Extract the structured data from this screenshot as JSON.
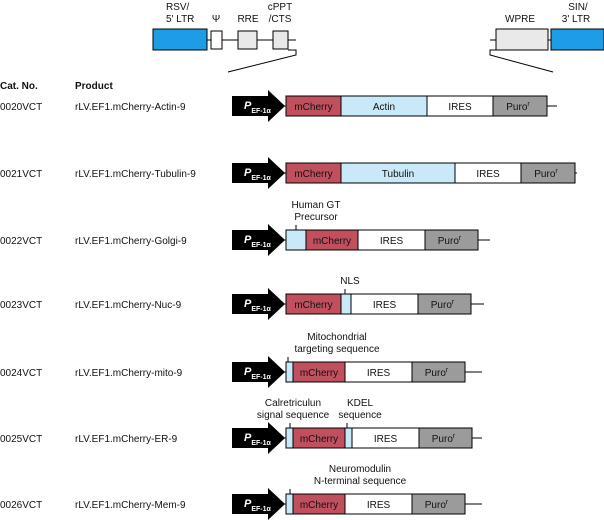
{
  "header": {
    "cat_no": "Cat. No.",
    "product": "Product"
  },
  "backbone": {
    "rsv_ltr_line1": "RSV/",
    "rsv_ltr_line2": "5' LTR",
    "psi": "Ψ",
    "rre": "RRE",
    "cppt_line1": "cPPT",
    "cppt_line2": "/CTS",
    "wpre": "WPRE",
    "sin_ltr_line1": "SIN/",
    "sin_ltr_line2": "3' LTR"
  },
  "promoter": {
    "letter": "P",
    "subscript": "EF-1α"
  },
  "puro_superscript": "r",
  "colors": {
    "ltr_blue": "#1e9ce6",
    "mcherry_red": "#c0505e",
    "fusion_light_blue": "#c9e8f8",
    "puro_gray": "#9b9b9b",
    "element_light_gray": "#e9e9e9",
    "black": "#000000"
  },
  "rows": [
    {
      "cat": "0020VCT",
      "product": "rLV.EF1.mCherry-Actin-9",
      "annotation": [],
      "segments": [
        {
          "label": "mCherry",
          "kind": "mcherry"
        },
        {
          "label": "Actin",
          "kind": "fusion"
        },
        {
          "label": "IRES",
          "kind": "ires"
        },
        {
          "label": "Puro",
          "kind": "puro"
        }
      ]
    },
    {
      "cat": "0021VCT",
      "product": "rLV.EF1.mCherry-Tubulin-9",
      "annotation": [],
      "segments": [
        {
          "label": "mCherry",
          "kind": "mcherry"
        },
        {
          "label": "Tubulin",
          "kind": "fusion"
        },
        {
          "label": "IRES",
          "kind": "ires"
        },
        {
          "label": "Puro",
          "kind": "puro"
        }
      ]
    },
    {
      "cat": "0022VCT",
      "product": "rLV.EF1.mCherry-Golgi-9",
      "annotation": [
        "Human GT",
        "Precursor"
      ],
      "segments": [
        {
          "label": "",
          "kind": "fusion"
        },
        {
          "label": "mCherry",
          "kind": "mcherry"
        },
        {
          "label": "IRES",
          "kind": "ires"
        },
        {
          "label": "Puro",
          "kind": "puro"
        }
      ]
    },
    {
      "cat": "0023VCT",
      "product": "rLV.EF1.mCherry-Nuc-9",
      "annotation": [
        "NLS"
      ],
      "segments": [
        {
          "label": "mCherry",
          "kind": "mcherry"
        },
        {
          "label": "",
          "kind": "fusion"
        },
        {
          "label": "IRES",
          "kind": "ires"
        },
        {
          "label": "Puro",
          "kind": "puro"
        }
      ]
    },
    {
      "cat": "0024VCT",
      "product": "rLV.EF1.mCherry-mito-9",
      "annotation": [
        "Mitochondrial",
        "targeting sequence"
      ],
      "segments": [
        {
          "label": "",
          "kind": "fusion"
        },
        {
          "label": "mCherry",
          "kind": "mcherry"
        },
        {
          "label": "IRES",
          "kind": "ires"
        },
        {
          "label": "Puro",
          "kind": "puro"
        }
      ]
    },
    {
      "cat": "0025VCT",
      "product": "rLV.EF1.mCherry-ER-9",
      "annotation": [
        "Calretriculun",
        "signal sequence"
      ],
      "annotation2": [
        "KDEL",
        "sequence"
      ],
      "segments": [
        {
          "label": "",
          "kind": "fusion"
        },
        {
          "label": "mCherry",
          "kind": "mcherry"
        },
        {
          "label": "",
          "kind": "fusion"
        },
        {
          "label": "IRES",
          "kind": "ires"
        },
        {
          "label": "Puro",
          "kind": "puro"
        }
      ]
    },
    {
      "cat": "0026VCT",
      "product": "rLV.EF1.mCherry-Mem-9",
      "annotation": [
        "Neuromodulin",
        "N-terminal sequence"
      ],
      "segments": [
        {
          "label": "",
          "kind": "fusion"
        },
        {
          "label": "mCherry",
          "kind": "mcherry"
        },
        {
          "label": "IRES",
          "kind": "ires"
        },
        {
          "label": "Puro",
          "kind": "puro"
        }
      ]
    }
  ]
}
